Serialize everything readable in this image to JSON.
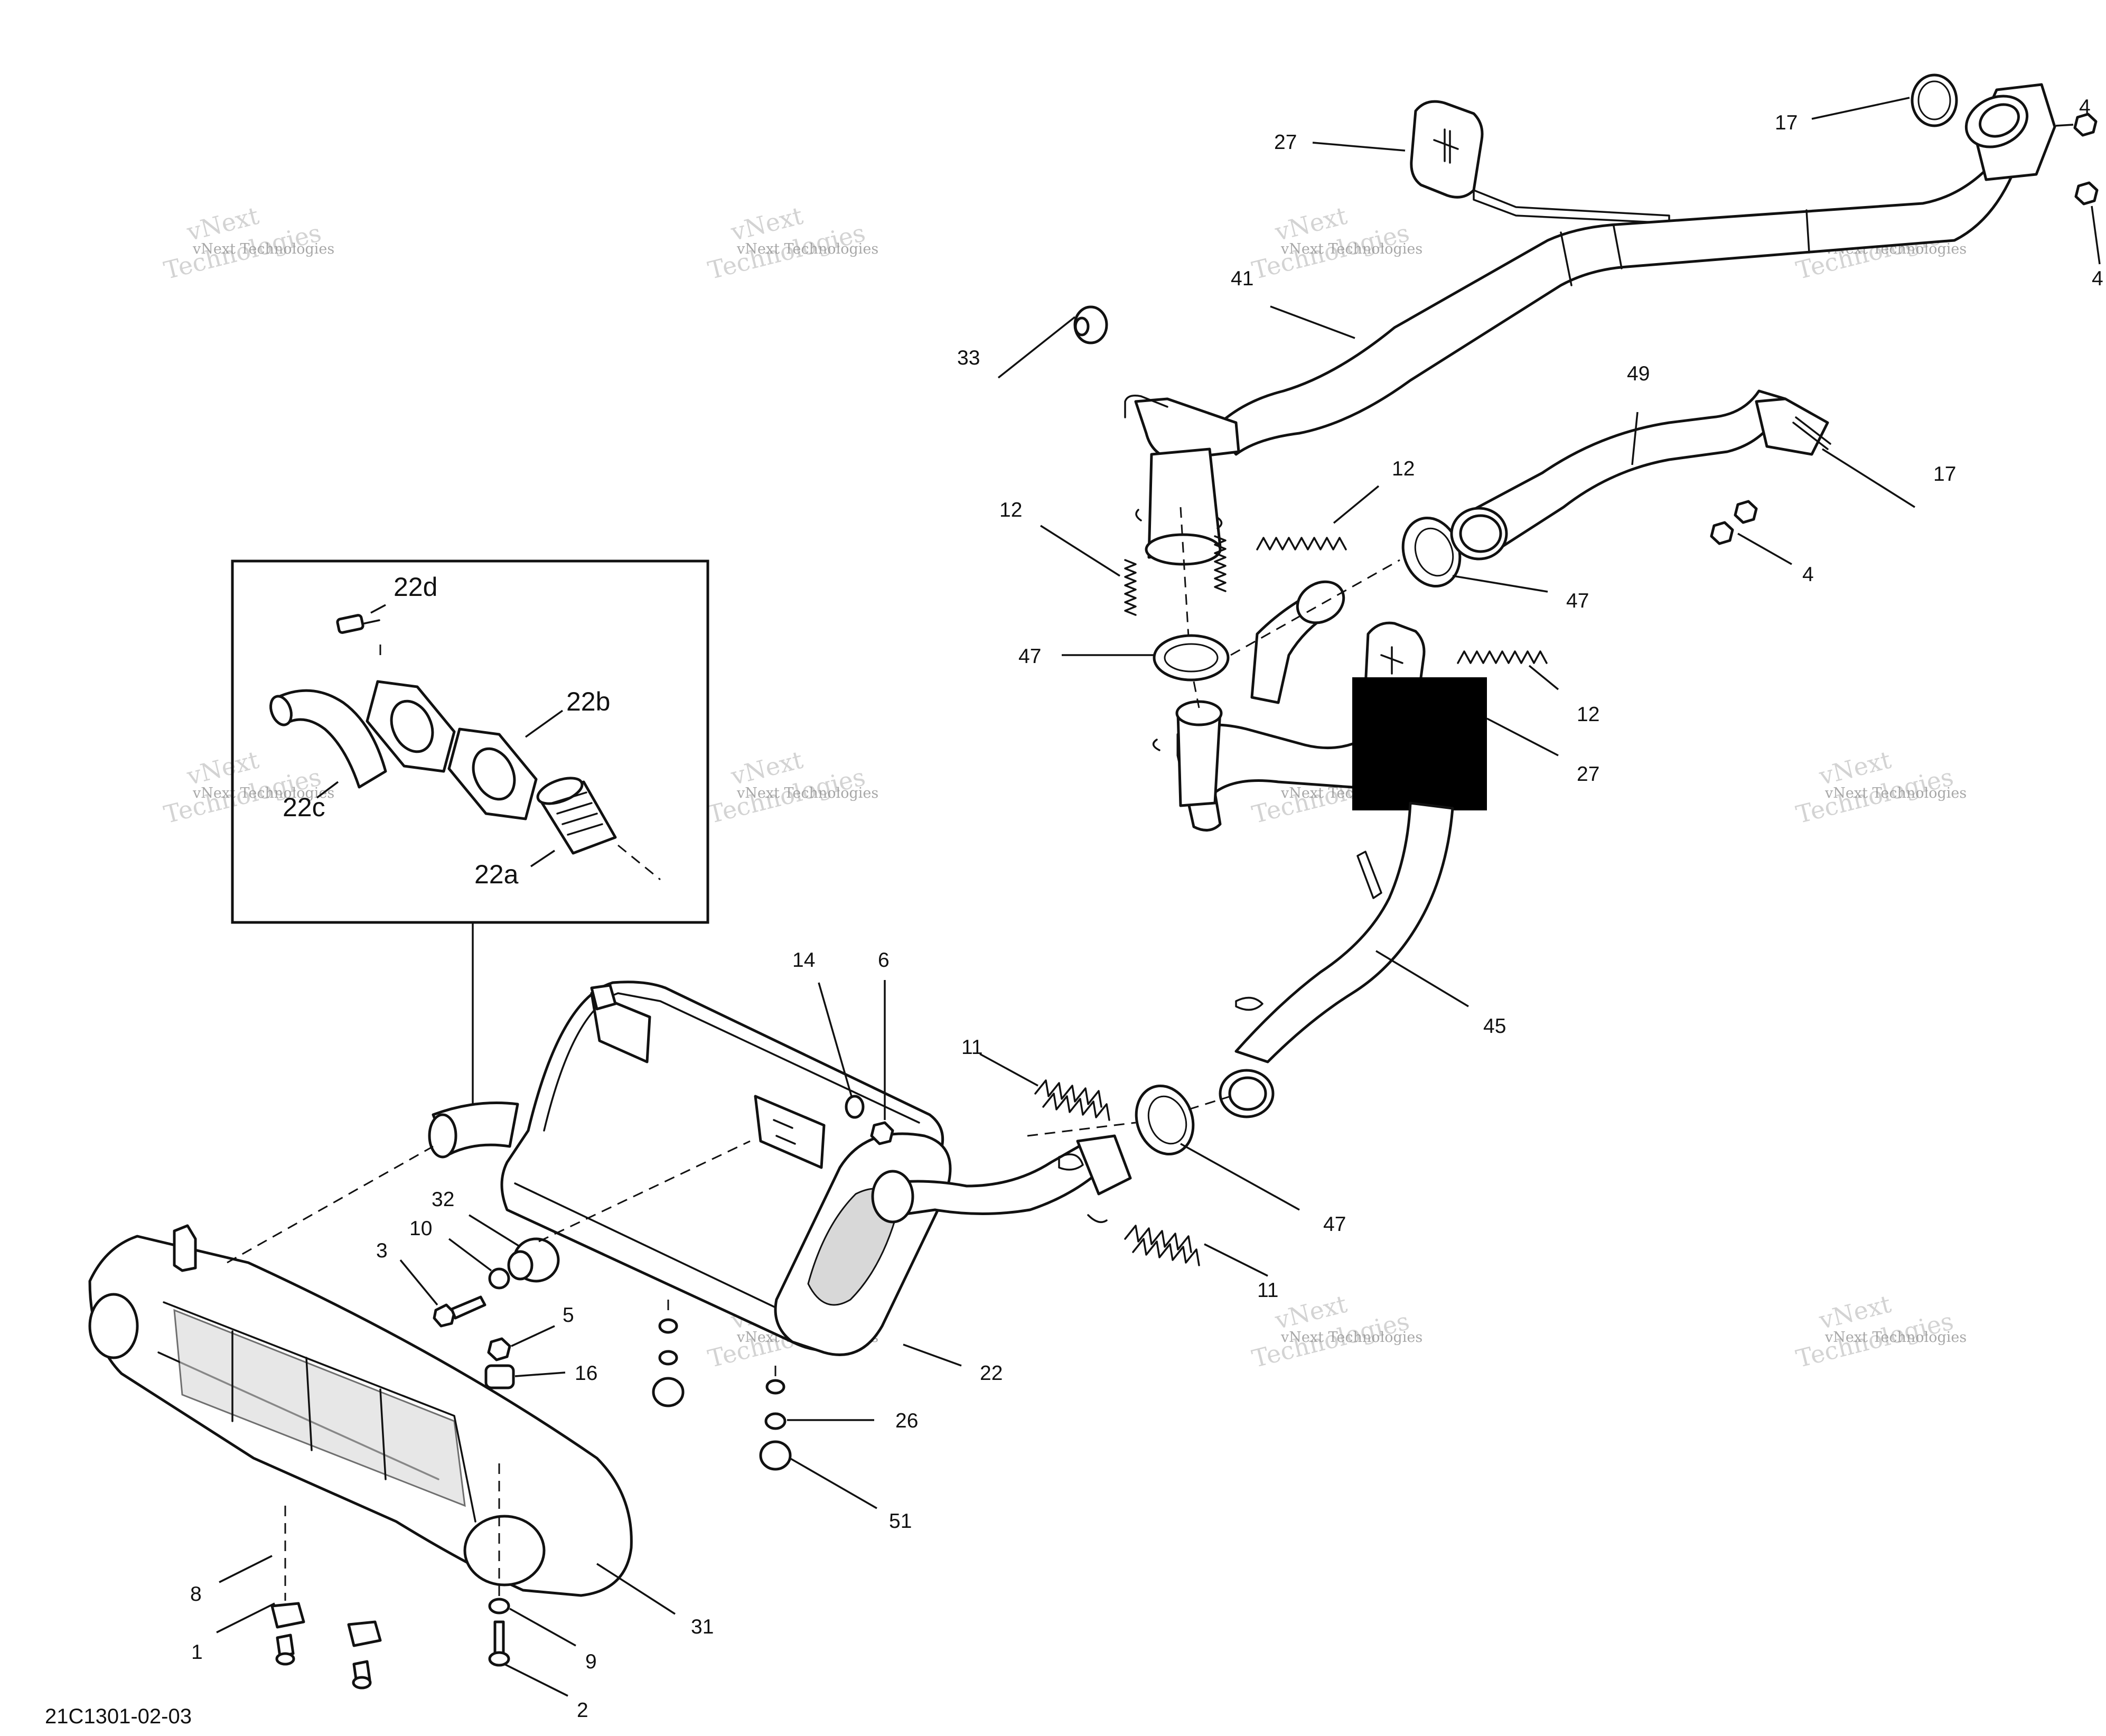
{
  "diagram": {
    "drawing_number": "21C1301-02-03",
    "watermark_text": "vNext Technologies",
    "watermark_line1": "vNext",
    "watermark_line2": "Technologies",
    "callouts": [
      {
        "label": "27"
      },
      {
        "label": "17"
      },
      {
        "label": "4"
      },
      {
        "label": "4"
      },
      {
        "label": "41"
      },
      {
        "label": "33"
      },
      {
        "label": "49"
      },
      {
        "label": "12"
      },
      {
        "label": "12"
      },
      {
        "label": "17"
      },
      {
        "label": "4"
      },
      {
        "label": "47"
      },
      {
        "label": "47"
      },
      {
        "label": "12"
      },
      {
        "label": "27"
      },
      {
        "label": "45"
      },
      {
        "label": "14"
      },
      {
        "label": "6"
      },
      {
        "label": "11"
      },
      {
        "label": "47"
      },
      {
        "label": "11"
      },
      {
        "label": "32"
      },
      {
        "label": "10"
      },
      {
        "label": "3"
      },
      {
        "label": "5"
      },
      {
        "label": "16"
      },
      {
        "label": "22"
      },
      {
        "label": "26"
      },
      {
        "label": "51"
      },
      {
        "label": "8"
      },
      {
        "label": "1"
      },
      {
        "label": "31"
      },
      {
        "label": "9"
      },
      {
        "label": "2"
      }
    ],
    "inset_callouts": [
      {
        "label": "22d"
      },
      {
        "label": "22b"
      },
      {
        "label": "22c"
      },
      {
        "label": "22a"
      }
    ]
  }
}
